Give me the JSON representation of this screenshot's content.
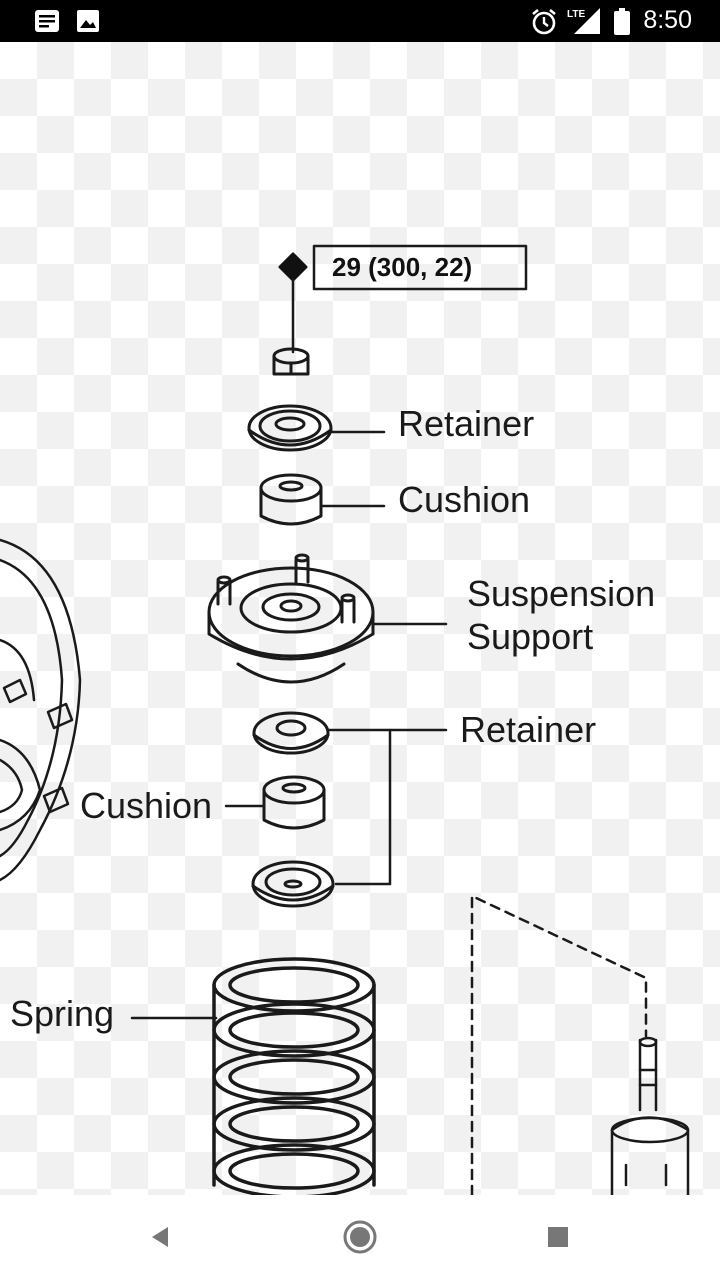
{
  "status_bar": {
    "time": "8:50",
    "network": "LTE",
    "icons": [
      "notification-icon",
      "image-notification-icon",
      "alarm-icon",
      "lte-signal-icon",
      "battery-icon"
    ]
  },
  "diagram": {
    "torque_spec": "29 (300, 22)",
    "labels": {
      "retainer_upper": "Retainer",
      "cushion_upper": "Cushion",
      "suspension_support_line1": "Suspension",
      "suspension_support_line2": "Support",
      "retainer_lower": "Retainer",
      "cushion_lower": "Cushion",
      "spring": "Spring"
    }
  },
  "nav_bar": {
    "icons": [
      "back-icon",
      "home-icon",
      "recents-icon"
    ]
  },
  "colors": {
    "status_bar_bg": "#000000",
    "line_art": "#1a1a1a",
    "nav_icon": "#777777"
  }
}
